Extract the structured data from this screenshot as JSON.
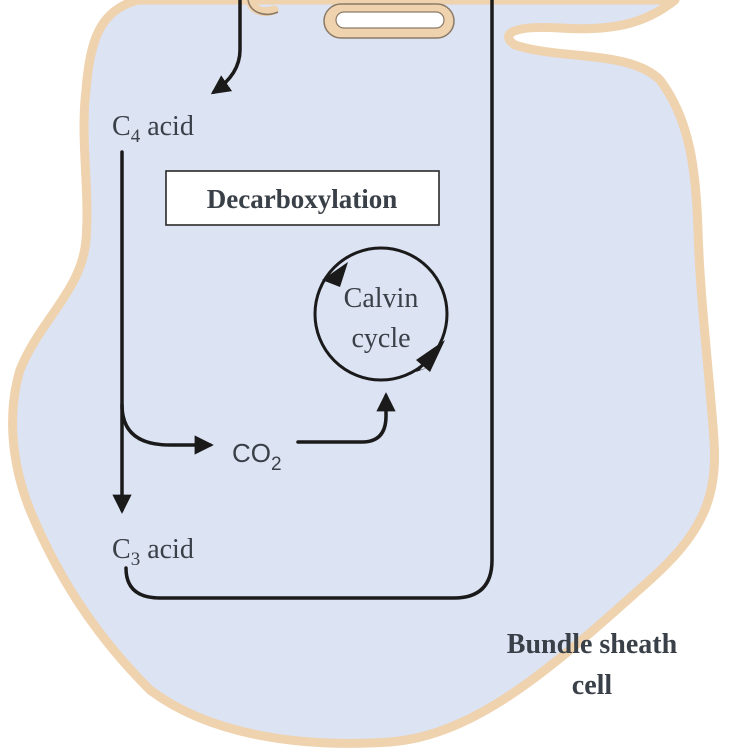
{
  "diagram": {
    "c4_acid": {
      "prefix": "C",
      "subscript": "4",
      "suffix": " acid"
    },
    "c3_acid": {
      "prefix": "C",
      "subscript": "3",
      "suffix": " acid"
    },
    "co2": {
      "prefix": "CO",
      "subscript": "2"
    },
    "process_box": "Decarboxylation",
    "calvin_cycle": {
      "line1": "Calvin",
      "line2": "cycle"
    },
    "cell_label": {
      "line1": "Bundle sheath",
      "line2": "cell"
    }
  },
  "colors": {
    "cell_fill": "#dce3f3",
    "cell_wall": "#efd2ae",
    "stroke": "#1a1a1a",
    "text": "#3a4048"
  }
}
